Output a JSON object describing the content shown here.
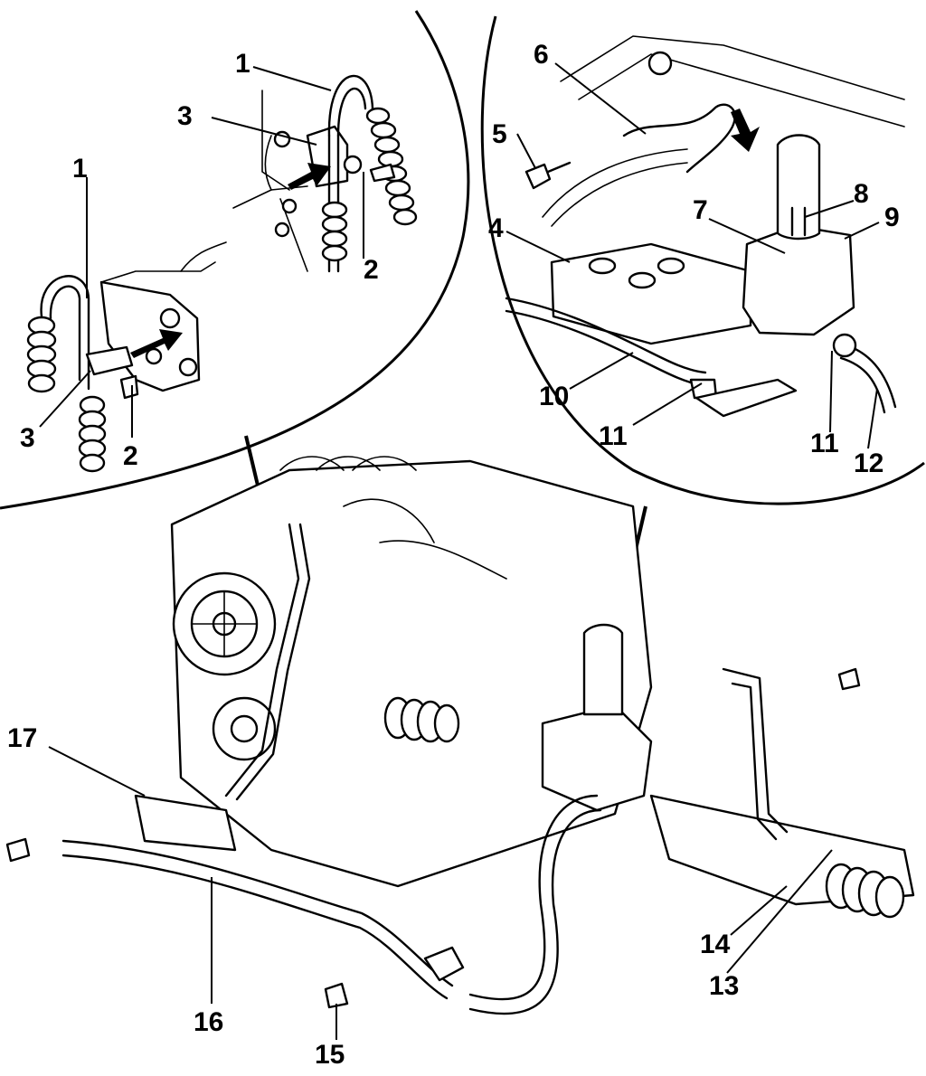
{
  "diagram": {
    "callouts": {
      "d1_1": "1",
      "d1_2": "2",
      "d1_3": "3",
      "d2_1": "1",
      "d2_2": "2",
      "d2_3": "3",
      "d3_4": "4",
      "d3_5": "5",
      "d3_6": "6",
      "d3_7": "7",
      "d3_8": "8",
      "d3_9": "9",
      "d3_10": "10",
      "d3_11a": "11",
      "d3_11b": "11",
      "d3_12": "12",
      "m_13": "13",
      "m_14": "14",
      "m_15": "15",
      "m_16": "16",
      "m_17": "17"
    }
  }
}
